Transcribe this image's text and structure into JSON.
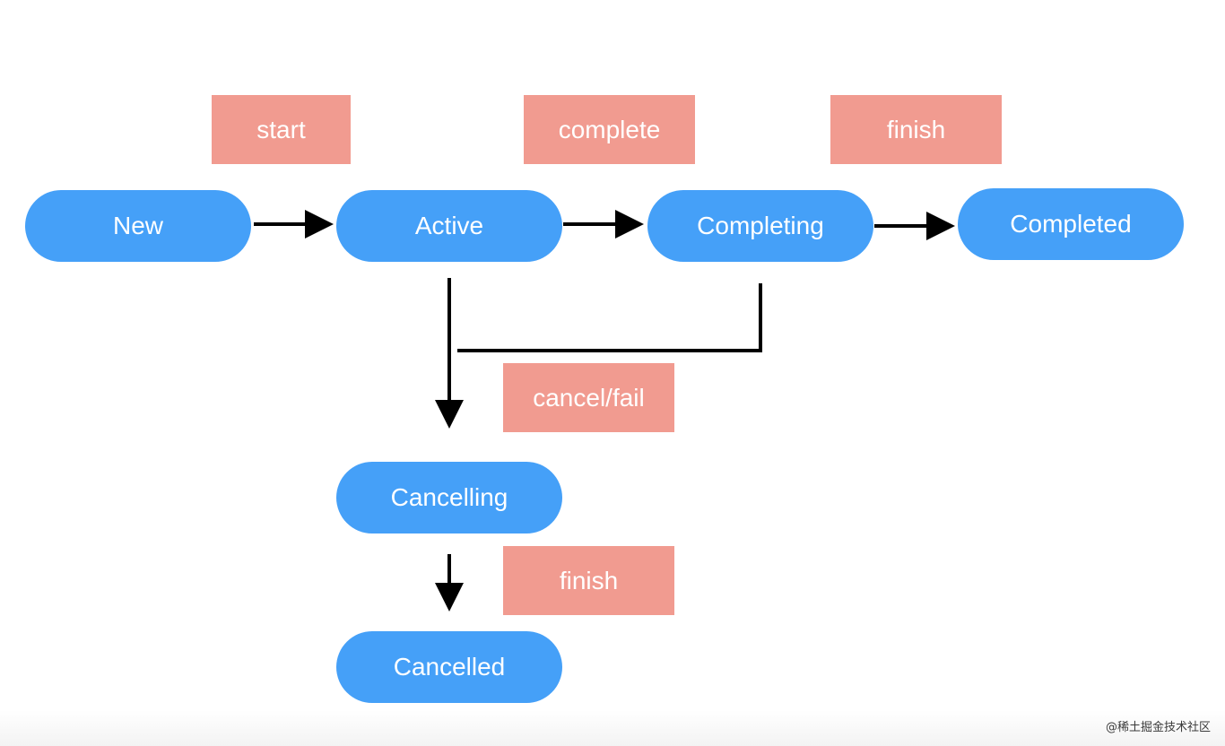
{
  "states": {
    "new": "New",
    "active": "Active",
    "completing": "Completing",
    "completed": "Completed",
    "cancelling": "Cancelling",
    "cancelled": "Cancelled"
  },
  "transitions": {
    "start": "start",
    "complete": "complete",
    "finish_completed": "finish",
    "cancel_fail": "cancel/fail",
    "finish_cancelled": "finish"
  },
  "watermark": "@稀土掘金技术社区",
  "colors": {
    "state_fill": "#45a0f8",
    "label_fill": "#f19b90",
    "arrow": "#000000"
  }
}
